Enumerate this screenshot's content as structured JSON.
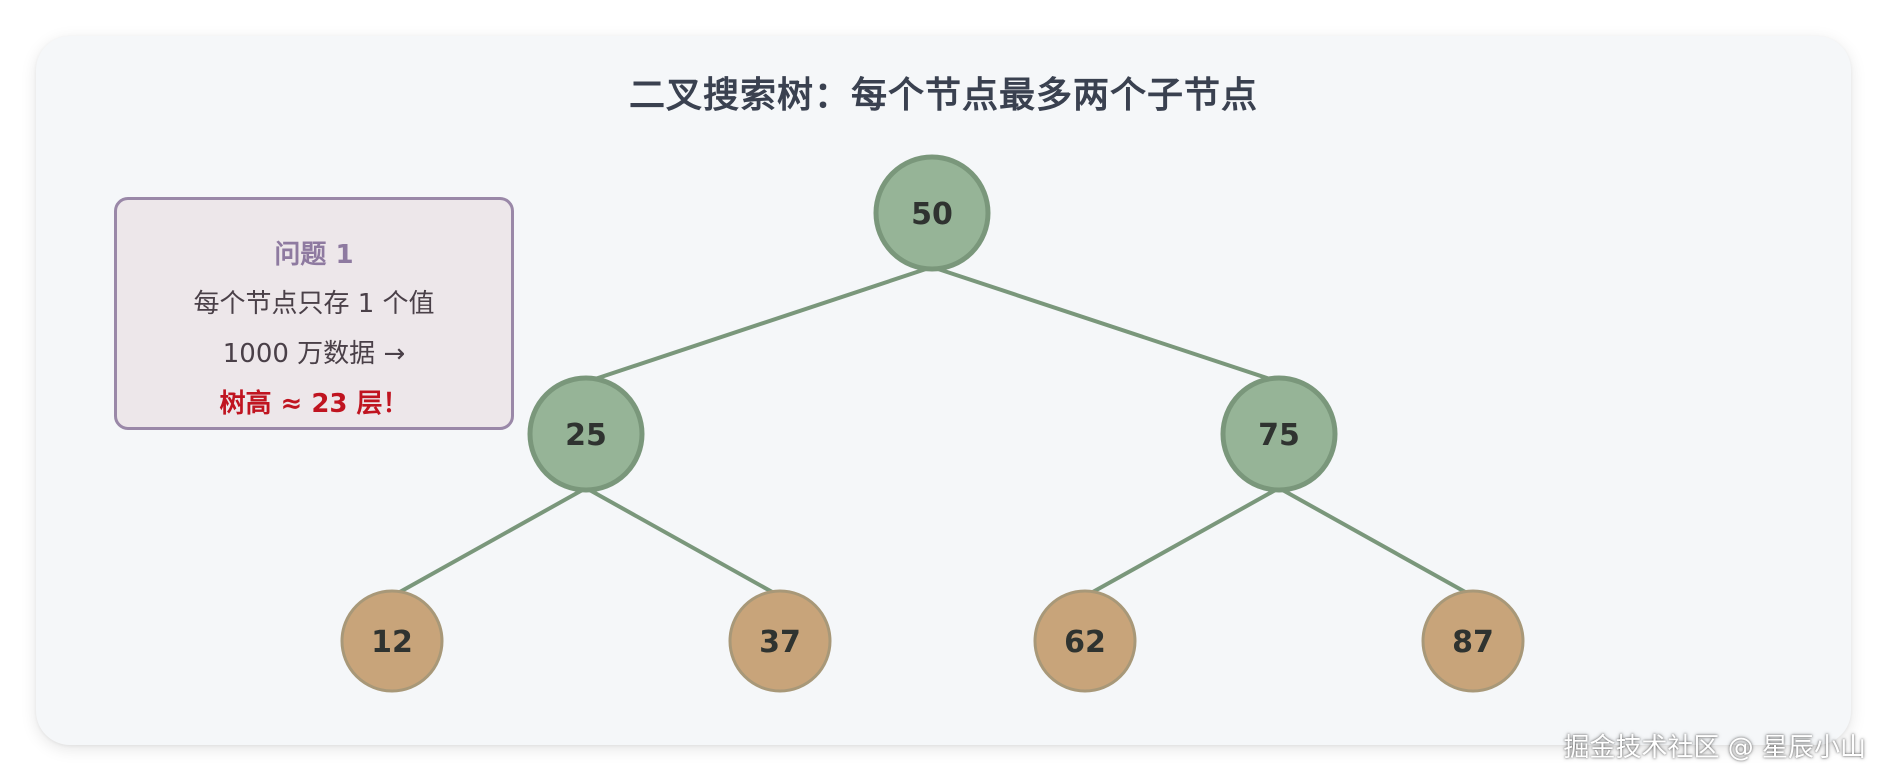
{
  "title": "二叉搜索树：每个节点最多两个子节点",
  "note": {
    "heading": "问题 1",
    "line1": "每个节点只存 1 个值",
    "line2": "1000 万数据 →",
    "warning": "树高 ≈ 23 层！",
    "border_color": "#9a88a8",
    "background_color": "#ede7ea",
    "warning_color": "#c01420"
  },
  "tree": {
    "root": {
      "value": "50",
      "children": [
        {
          "value": "25",
          "children": [
            {
              "value": "12"
            },
            {
              "value": "37"
            }
          ]
        },
        {
          "value": "75",
          "children": [
            {
              "value": "62"
            },
            {
              "value": "87"
            }
          ]
        }
      ]
    },
    "colors": {
      "internal_fill": "#96b497",
      "internal_stroke": "#7a977b",
      "leaf_fill": "#c8a47a",
      "leaf_stroke": "#a89878",
      "edge": "#7a977b"
    }
  },
  "watermark": "掘金技术社区 @ 星辰小山"
}
